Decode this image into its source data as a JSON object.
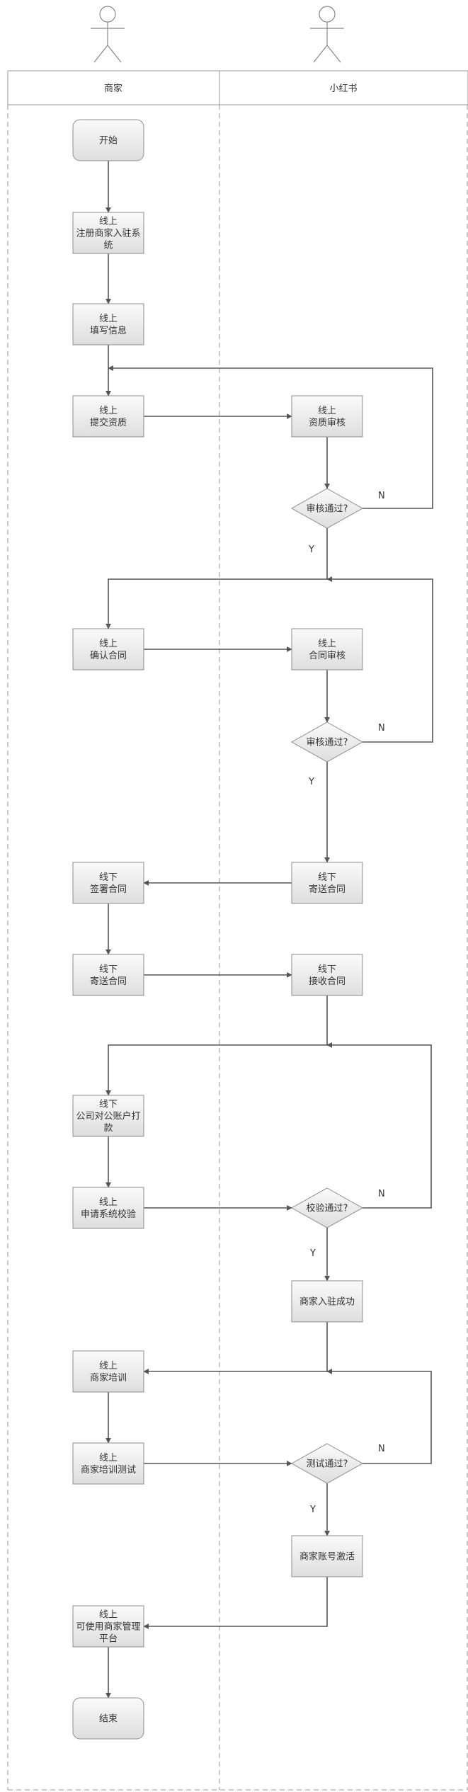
{
  "colors": {
    "node_fill_top": "#fafafa",
    "node_fill_bottom": "#dedede",
    "node_stroke": "#8c8c8c",
    "edge": "#555555",
    "lane_stroke": "#9a9a9a"
  },
  "lanes": [
    {
      "id": "merchant",
      "label": "商家"
    },
    {
      "id": "xhs",
      "label": "小红书"
    }
  ],
  "nodes": [
    {
      "id": "start",
      "lane": "merchant",
      "shape": "terminal",
      "lines": [
        "开始"
      ]
    },
    {
      "id": "reg",
      "lane": "merchant",
      "shape": "process",
      "lines": [
        "线上",
        "注册商家入驻系",
        "统"
      ]
    },
    {
      "id": "fill",
      "lane": "merchant",
      "shape": "process",
      "lines": [
        "线上",
        "填写信息"
      ]
    },
    {
      "id": "submit",
      "lane": "merchant",
      "shape": "process",
      "lines": [
        "线上",
        "提交资质"
      ]
    },
    {
      "id": "qual",
      "lane": "xhs",
      "shape": "process",
      "lines": [
        "线上",
        "资质审核"
      ]
    },
    {
      "id": "d1",
      "lane": "xhs",
      "shape": "decision",
      "lines": [
        "审核通过?"
      ]
    },
    {
      "id": "confirm",
      "lane": "merchant",
      "shape": "process",
      "lines": [
        "线上",
        "确认合同"
      ]
    },
    {
      "id": "review",
      "lane": "xhs",
      "shape": "process",
      "lines": [
        "线上",
        "合同审核"
      ]
    },
    {
      "id": "d2",
      "lane": "xhs",
      "shape": "decision",
      "lines": [
        "审核通过?"
      ]
    },
    {
      "id": "send1",
      "lane": "xhs",
      "shape": "process",
      "lines": [
        "线下",
        "寄送合同"
      ]
    },
    {
      "id": "sign",
      "lane": "merchant",
      "shape": "process",
      "lines": [
        "线下",
        "签署合同"
      ]
    },
    {
      "id": "send2",
      "lane": "merchant",
      "shape": "process",
      "lines": [
        "线下",
        "寄送合同"
      ]
    },
    {
      "id": "recv",
      "lane": "xhs",
      "shape": "process",
      "lines": [
        "线下",
        "接收合同"
      ]
    },
    {
      "id": "pay",
      "lane": "merchant",
      "shape": "process",
      "lines": [
        "线下",
        "公司对公账户打",
        "款"
      ]
    },
    {
      "id": "apply",
      "lane": "merchant",
      "shape": "process",
      "lines": [
        "线上",
        "申请系统校验"
      ]
    },
    {
      "id": "d3",
      "lane": "xhs",
      "shape": "decision",
      "lines": [
        "校验通过?"
      ]
    },
    {
      "id": "success",
      "lane": "xhs",
      "shape": "process",
      "lines": [
        "商家入驻成功"
      ]
    },
    {
      "id": "train",
      "lane": "merchant",
      "shape": "process",
      "lines": [
        "线上",
        "商家培训"
      ]
    },
    {
      "id": "test",
      "lane": "merchant",
      "shape": "process",
      "lines": [
        "线上",
        "商家培训测试"
      ]
    },
    {
      "id": "d4",
      "lane": "xhs",
      "shape": "decision",
      "lines": [
        "测试通过?"
      ]
    },
    {
      "id": "activate",
      "lane": "xhs",
      "shape": "process",
      "lines": [
        "商家账号激活"
      ]
    },
    {
      "id": "use",
      "lane": "merchant",
      "shape": "process",
      "lines": [
        "线上",
        "可使用商家管理",
        "平台"
      ]
    },
    {
      "id": "end",
      "lane": "merchant",
      "shape": "terminal",
      "lines": [
        "结束"
      ]
    }
  ],
  "edges": [
    {
      "from": "start",
      "to": "reg",
      "label": ""
    },
    {
      "from": "reg",
      "to": "fill",
      "label": ""
    },
    {
      "from": "fill",
      "to": "submit",
      "label": ""
    },
    {
      "from": "submit",
      "to": "qual",
      "label": ""
    },
    {
      "from": "qual",
      "to": "d1",
      "label": ""
    },
    {
      "from": "d1",
      "to": "submit",
      "label": "N"
    },
    {
      "from": "d1",
      "to": "confirm",
      "label": "Y"
    },
    {
      "from": "confirm",
      "to": "review",
      "label": ""
    },
    {
      "from": "review",
      "to": "d2",
      "label": ""
    },
    {
      "from": "d2",
      "to": "confirm",
      "label": "N"
    },
    {
      "from": "d2",
      "to": "send1",
      "label": "Y"
    },
    {
      "from": "send1",
      "to": "sign",
      "label": ""
    },
    {
      "from": "sign",
      "to": "send2",
      "label": ""
    },
    {
      "from": "send2",
      "to": "recv",
      "label": ""
    },
    {
      "from": "recv",
      "to": "pay",
      "label": ""
    },
    {
      "from": "pay",
      "to": "apply",
      "label": ""
    },
    {
      "from": "apply",
      "to": "d3",
      "label": ""
    },
    {
      "from": "d3",
      "to": "pay",
      "label": "N"
    },
    {
      "from": "d3",
      "to": "success",
      "label": "Y"
    },
    {
      "from": "success",
      "to": "train",
      "label": ""
    },
    {
      "from": "train",
      "to": "test",
      "label": ""
    },
    {
      "from": "test",
      "to": "d4",
      "label": ""
    },
    {
      "from": "d4",
      "to": "train",
      "label": "N"
    },
    {
      "from": "d4",
      "to": "activate",
      "label": "Y"
    },
    {
      "from": "activate",
      "to": "use",
      "label": ""
    },
    {
      "from": "use",
      "to": "end",
      "label": ""
    }
  ]
}
